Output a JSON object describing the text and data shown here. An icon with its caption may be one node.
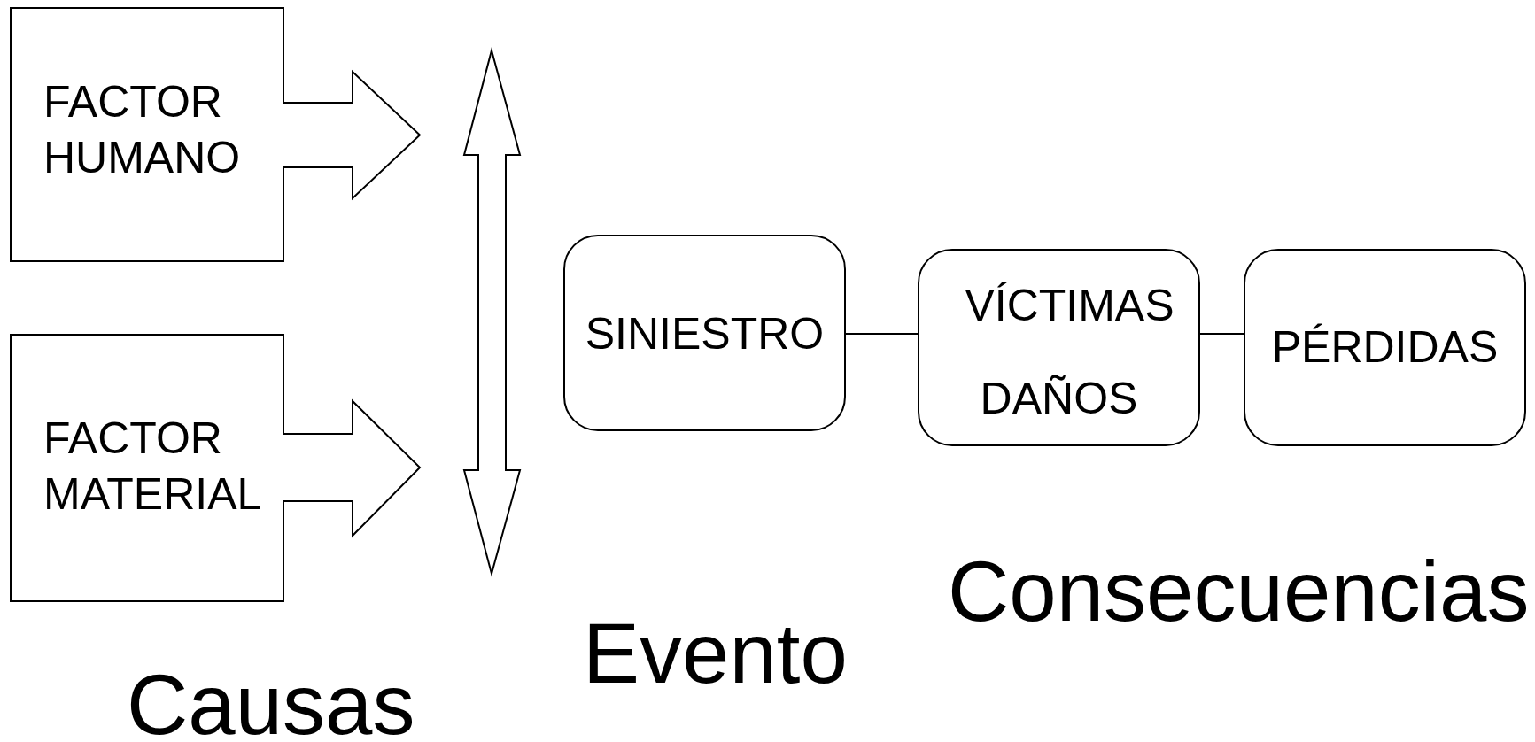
{
  "diagram": {
    "nodes": [
      {
        "text": [
          "FACTOR HUMANO"
        ]
      },
      {
        "text": [
          "FACTOR MATERIAL"
        ]
      },
      {
        "text": [
          "SINIESTRO"
        ]
      },
      {
        "text": [
          "VÍCTIMAS",
          "DAÑOS"
        ]
      },
      {
        "text": [
          "PÉRDIDAS"
        ]
      }
    ],
    "edges": [
      {
        "from": 2,
        "to": 3,
        "arrow": "none"
      },
      {
        "from": 3,
        "to": 4,
        "arrow": "none"
      }
    ],
    "labels": [
      "Causas",
      "Evento",
      "Consecuencias"
    ]
  }
}
